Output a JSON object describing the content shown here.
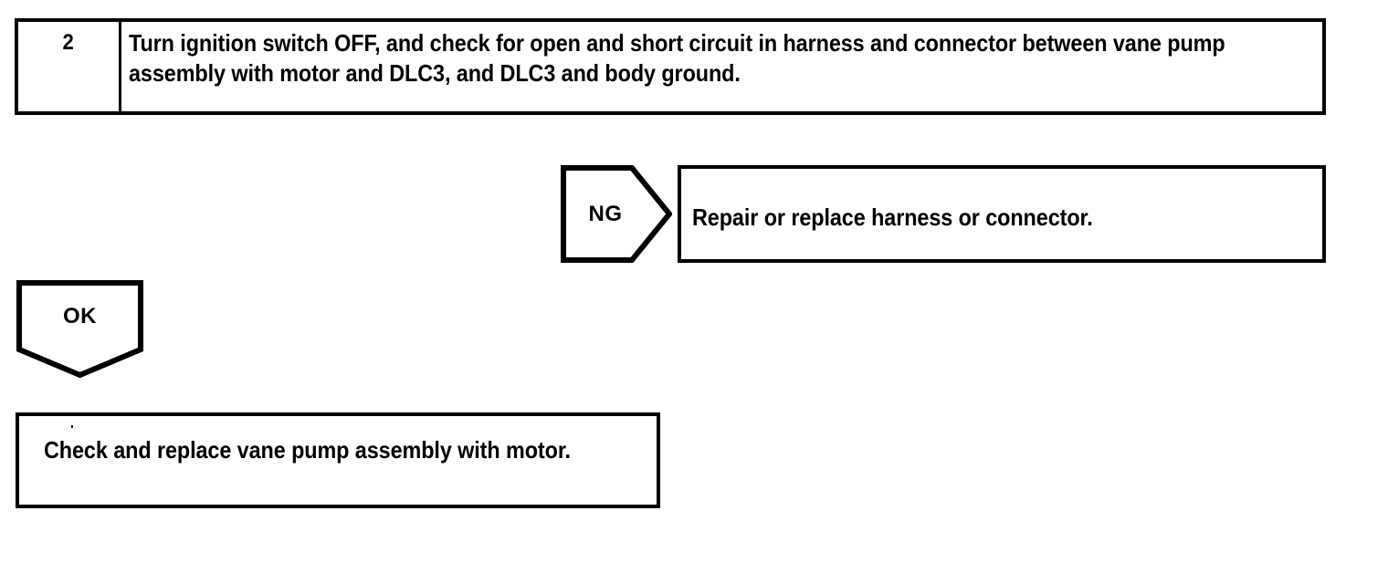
{
  "document": {
    "type": "diagnostic-flowchart",
    "background_color": "#ffffff",
    "line_color": "#000000"
  },
  "step": {
    "number": "2",
    "instruction": "Turn ignition switch OFF, and check for open and short circuit in harness and connector between vane pump assembly with motor and DLC3, and DLC3 and body ground."
  },
  "branches": {
    "ng": {
      "label": "NG",
      "shape": "right-pointing-pentagon-arrow",
      "outcome": "Repair or replace harness or connector."
    },
    "ok": {
      "label": "OK",
      "shape": "down-pointing-pentagon-arrow",
      "outcome": "Check and replace vane pump assembly with motor."
    }
  }
}
